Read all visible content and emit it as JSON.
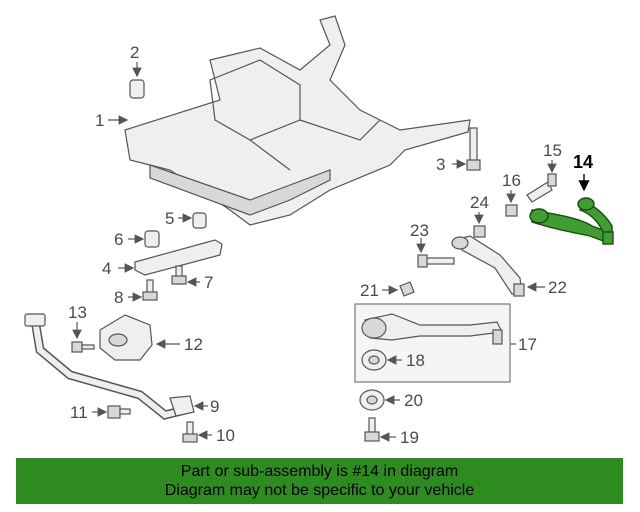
{
  "highlight": {
    "part_number": "14",
    "color": "#3e9e2f"
  },
  "banner": {
    "line1": "Part or sub-assembly is #14 in diagram",
    "line2": "Diagram may not be specific to your vehicle",
    "background": "#2e8b1f"
  },
  "callouts": {
    "c1": "1",
    "c2": "2",
    "c3": "3",
    "c4": "4",
    "c5": "5",
    "c6": "6",
    "c7": "7",
    "c8": "8",
    "c9": "9",
    "c10": "10",
    "c11": "11",
    "c12": "12",
    "c13": "13",
    "c14": "14",
    "c15": "15",
    "c16": "16",
    "c17": "17",
    "c18": "18",
    "c19": "19",
    "c20": "20",
    "c21": "21",
    "c22": "22",
    "c23": "23",
    "c24": "24"
  }
}
